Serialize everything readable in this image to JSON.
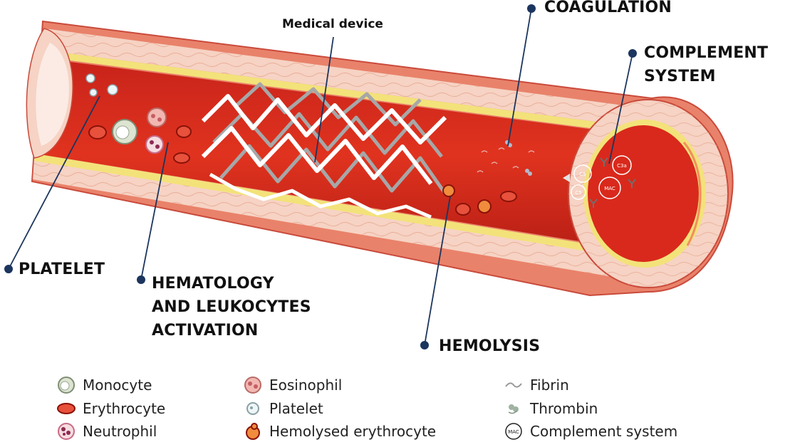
{
  "callouts": {
    "coagulation": "COAGULATION",
    "complement": "COMPLEMENT\nSYSTEM",
    "platelet": "PLATELET",
    "hematology": "HEMATOLOGY\nAND LEUKOCYTES\nACTIVATION",
    "hemolysis": "HEMOLYSIS"
  },
  "device_label": "Medical device",
  "complement_markers": {
    "c3a": "C3a",
    "c5": "C5",
    "c5b": "C5",
    "mac": "MAC"
  },
  "legend": [
    {
      "icon": "monocyte-icon",
      "label": "Monocyte"
    },
    {
      "icon": "erythrocyte-icon",
      "label": "Erythrocyte"
    },
    {
      "icon": "neutrophil-icon",
      "label": "Neutrophil"
    },
    {
      "icon": "eosinophil-icon",
      "label": "Eosinophil"
    },
    {
      "icon": "platelet-icon",
      "label": "Platelet"
    },
    {
      "icon": "hemolysed-erythrocyte-icon",
      "label": "Hemolysed erythrocyte"
    },
    {
      "icon": "fibrin-icon",
      "label": "Fibrin"
    },
    {
      "icon": "thrombin-icon",
      "label": "Thrombin"
    },
    {
      "icon": "complement-system-icon",
      "label": "Complement system",
      "badge": "MAC"
    }
  ],
  "colors": {
    "vessel_outer": "#e9826a",
    "vessel_outer_dark": "#c94a3b",
    "lumen": "#d9291c",
    "lumen_dark": "#b71d14",
    "wall_layer": "#f6d3c4",
    "elastic_layer": "#f3e27a",
    "stent": "#ffffff",
    "stent_back": "#a7a7a7",
    "pointer": "#1c355e"
  }
}
